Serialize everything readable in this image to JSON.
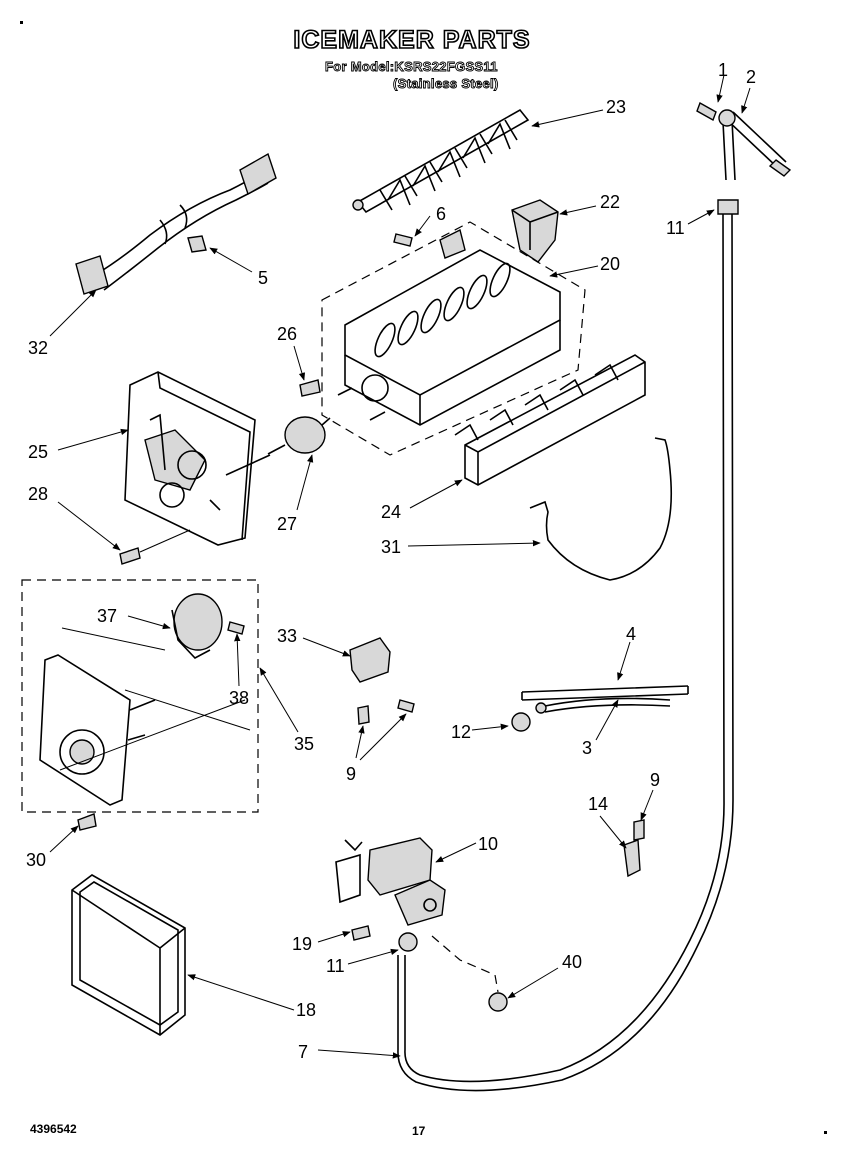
{
  "header": {
    "title": "ICEMAKER PARTS",
    "model_line": "For Model:KSRS22FGSS11",
    "finish_line": "(Stainless Steel)"
  },
  "footer": {
    "doc_number": "4396542",
    "page_number": "17"
  },
  "callouts": [
    {
      "id": "1",
      "text": "1"
    },
    {
      "id": "2",
      "text": "2"
    },
    {
      "id": "23",
      "text": "23"
    },
    {
      "id": "6",
      "text": "6"
    },
    {
      "id": "22",
      "text": "22"
    },
    {
      "id": "11a",
      "text": "11"
    },
    {
      "id": "5",
      "text": "5"
    },
    {
      "id": "20",
      "text": "20"
    },
    {
      "id": "32",
      "text": "32"
    },
    {
      "id": "26",
      "text": "26"
    },
    {
      "id": "25",
      "text": "25"
    },
    {
      "id": "28",
      "text": "28"
    },
    {
      "id": "27",
      "text": "27"
    },
    {
      "id": "24",
      "text": "24"
    },
    {
      "id": "31",
      "text": "31"
    },
    {
      "id": "37",
      "text": "37"
    },
    {
      "id": "33",
      "text": "33"
    },
    {
      "id": "4",
      "text": "4"
    },
    {
      "id": "38",
      "text": "38"
    },
    {
      "id": "35",
      "text": "35"
    },
    {
      "id": "12",
      "text": "12"
    },
    {
      "id": "3",
      "text": "3"
    },
    {
      "id": "9a",
      "text": "9"
    },
    {
      "id": "9b",
      "text": "9"
    },
    {
      "id": "14",
      "text": "14"
    },
    {
      "id": "30",
      "text": "30"
    },
    {
      "id": "10",
      "text": "10"
    },
    {
      "id": "19",
      "text": "19"
    },
    {
      "id": "11b",
      "text": "11"
    },
    {
      "id": "40",
      "text": "40"
    },
    {
      "id": "18",
      "text": "18"
    },
    {
      "id": "7",
      "text": "7"
    }
  ]
}
